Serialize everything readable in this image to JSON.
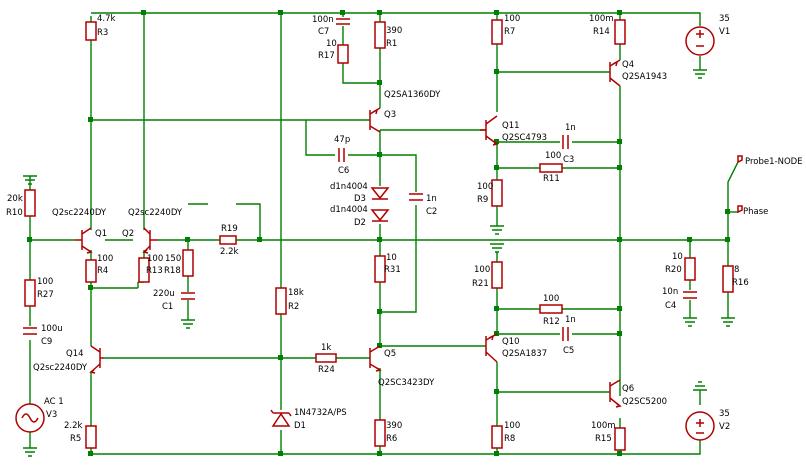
{
  "diagram": {
    "kind": "amplifier-schematic",
    "colors": {
      "wire": "#008000",
      "component": "#b00000",
      "text": "#000000",
      "background": "#ffffff"
    },
    "labels": {
      "r3_val": "4.7k",
      "r3": "R3",
      "c7_val": "100n",
      "c7": "C7",
      "r17_val": "10",
      "r17": "R17",
      "r1_val": "390",
      "r1": "R1",
      "r7_val": "100",
      "r7": "R7",
      "r14_val": "100m",
      "r14": "R14",
      "v1_val": "35",
      "v1": "V1",
      "q4": "Q4",
      "q4_part": "Q2SA1943",
      "q3_part": "Q2SA1360DY",
      "q3": "Q3",
      "q11": "Q11",
      "q11_part": "Q2SC4793",
      "c6_val": "47p",
      "c6": "C6",
      "c3_val": "1n",
      "c3": "C3",
      "r11_val": "100",
      "r11": "R11",
      "d3_part": "d1n4004",
      "d3": "D3",
      "d2_part": "d1n4004",
      "d2": "D2",
      "c2_val": "1n",
      "c2": "C2",
      "r9_val": "100",
      "r9": "R9",
      "probe": "Probe1-NODE",
      "phase": "Phase",
      "r10_val": "20k",
      "r10": "R10",
      "q1_part": "Q2sc2240DY",
      "q1": "Q1",
      "q2_part": "Q2sc2240DY",
      "q2": "Q2",
      "r19": "R19",
      "r19_val": "2.2k",
      "r4_val": "100",
      "r4": "R4",
      "r13_val": "100",
      "r13": "R13",
      "r18_val": "150",
      "r18": "R18",
      "c1_val": "220u",
      "c1": "C1",
      "r27_val": "100",
      "r27": "R27",
      "c9_val": "100u",
      "c9": "C9",
      "r31_val": "10",
      "r31": "R31",
      "r21_val": "100",
      "r21": "R21",
      "r20_val": "10",
      "r20": "R20",
      "c4_val": "10n",
      "c4": "C4",
      "r16_val": "8",
      "r16": "R16",
      "r2_val": "18k",
      "r2": "R2",
      "r12_val": "100",
      "r12": "R12",
      "c5_val": "1n",
      "c5": "C5",
      "q14": "Q14",
      "q14_part": "Q2sc2240DY",
      "r24_val": "1k",
      "r24": "R24",
      "q5": "Q5",
      "q5_part": "Q2SC3423DY",
      "q10": "Q10",
      "q10_part": "Q2SA1837",
      "v3_val": "AC 1",
      "v3": "V3",
      "d1_part": "1N4732A/PS",
      "d1": "D1",
      "q6": "Q6",
      "q6_part": "Q2SC5200",
      "r5_val": "2.2k",
      "r5": "R5",
      "r6_val": "390",
      "r6": "R6",
      "r8_val": "100",
      "r8": "R8",
      "r15_val": "100m",
      "r15": "R15",
      "v2_val": "35",
      "v2": "V2"
    }
  }
}
